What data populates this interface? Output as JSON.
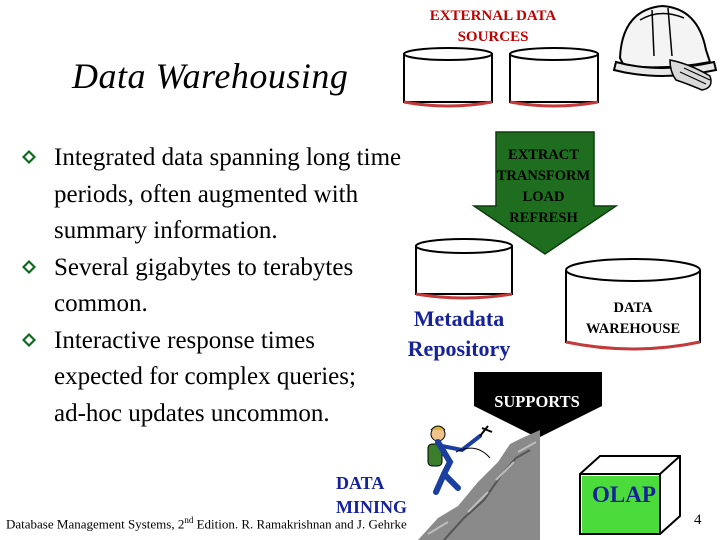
{
  "title": "Data Warehousing",
  "external_sources_label": "EXTERNAL DATA SOURCES",
  "bullets": [
    "Integrated data spanning long time periods, often augmented with summary information.",
    "Several gigabytes to terabytes common.",
    "Interactive response times expected for complex queries; ad-hoc updates uncommon."
  ],
  "etl_arrow": {
    "lines": [
      "EXTRACT",
      "TRANSFORM",
      "LOAD",
      "REFRESH"
    ]
  },
  "metadata_label": "Metadata Repository",
  "warehouse_label": "DATA WAREHOUSE",
  "supports_label": "SUPPORTS",
  "data_mining_label": "DATA MINING",
  "olap_label": "OLAP",
  "footer": {
    "prefix": "Database Management Systems, 2",
    "sup": "nd",
    "suffix": " Edition. R. Ramakrishnan and J. Gehrke"
  },
  "page_number": "4",
  "colors": {
    "title_red": "#c00000",
    "text_blue": "#16229a",
    "bullet_green": "#0b6b1b",
    "arrow_green": "#1f6e1f",
    "cylinder_red": "#c23a3a"
  }
}
